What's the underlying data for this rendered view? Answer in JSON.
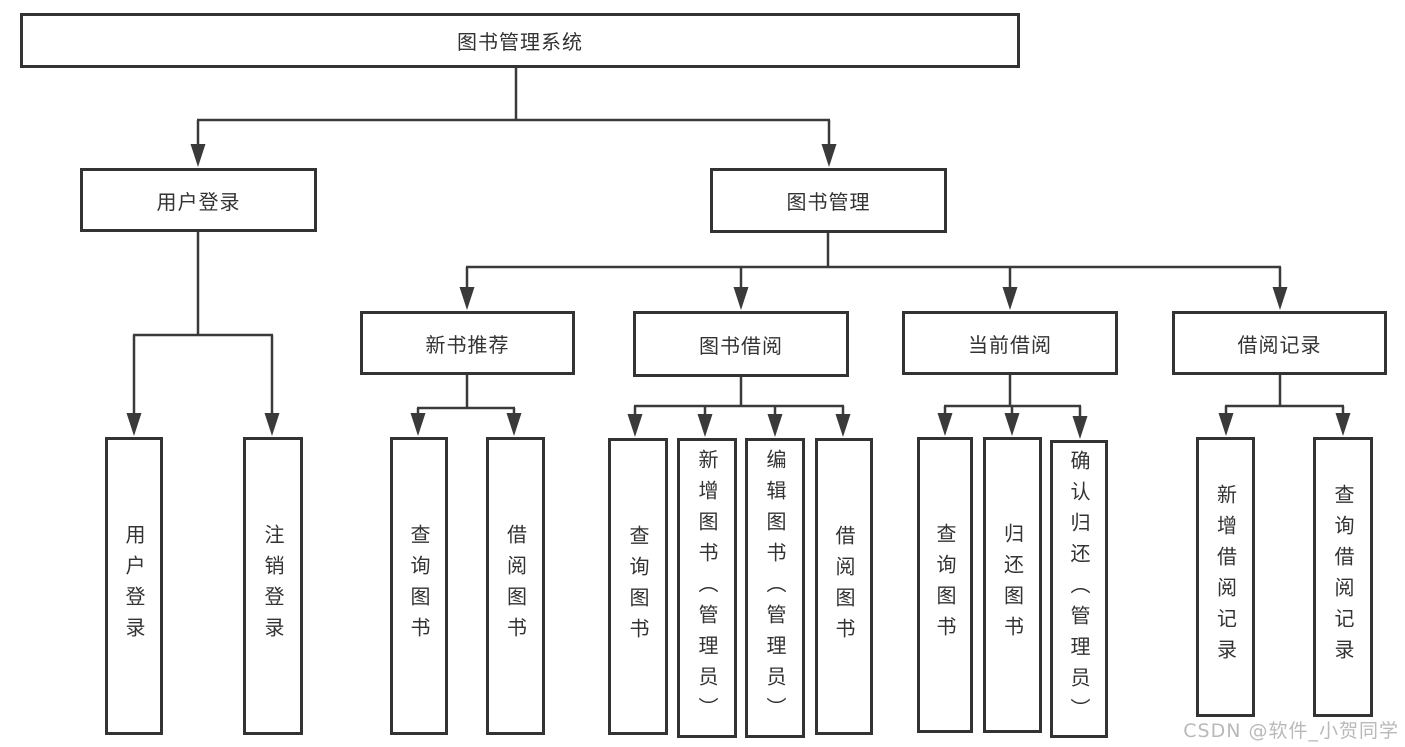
{
  "watermark": "CSDN @软件_小贺同学",
  "colors": {
    "line": "#3a3a3a",
    "box_border": "#333333",
    "text": "#333333",
    "watermark": "#b9b9b9",
    "background": "#ffffff"
  },
  "tree": {
    "root": {
      "label": "图书管理系统"
    },
    "branches": [
      {
        "label": "用户登录",
        "children": [
          {
            "label": "用户登录"
          },
          {
            "label": "注销登录"
          }
        ]
      },
      {
        "label": "图书管理",
        "children": [
          {
            "label": "新书推荐",
            "children": [
              {
                "label": "查询图书"
              },
              {
                "label": "借阅图书"
              }
            ]
          },
          {
            "label": "图书借阅",
            "children": [
              {
                "label": "查询图书"
              },
              {
                "label": "新增图书（管理员）"
              },
              {
                "label": "编辑图书（管理员）"
              },
              {
                "label": "借阅图书"
              }
            ]
          },
          {
            "label": "当前借阅",
            "children": [
              {
                "label": "查询图书"
              },
              {
                "label": "归还图书"
              },
              {
                "label": "确认归还（管理员）"
              }
            ]
          },
          {
            "label": "借阅记录",
            "children": [
              {
                "label": "新增借阅记录"
              },
              {
                "label": "查询借阅记录"
              }
            ]
          }
        ]
      }
    ]
  }
}
